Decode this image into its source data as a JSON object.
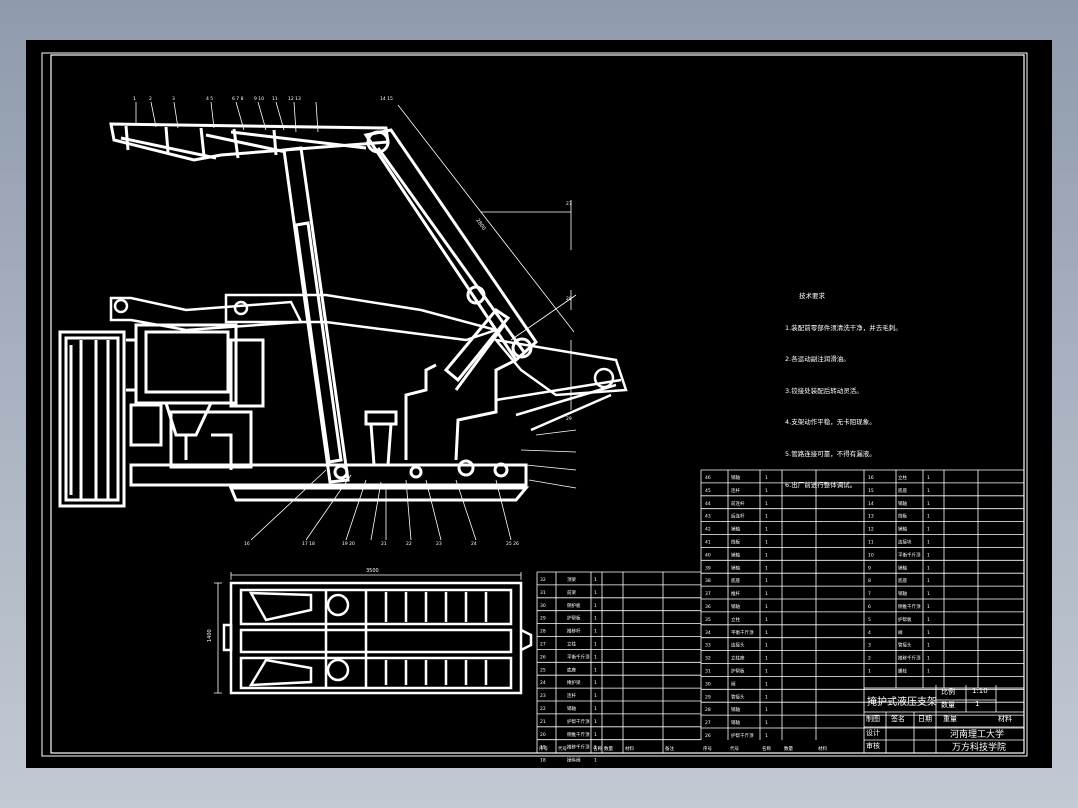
{
  "title_block": {
    "drawing_title": "掩护式液压支架",
    "scale_label": "比例",
    "scale_value": "1:10",
    "qty_label": "数量",
    "qty_value": "1",
    "weight_label": "重量",
    "material_label": "材料",
    "school": "河南理工大学",
    "college": "万方科技学院",
    "role_labels": [
      "制图",
      "设计",
      "审核"
    ],
    "date_label": "日期",
    "sign_label": "签名"
  },
  "technical_requirements": {
    "heading": "技术要求",
    "lines": [
      "1.装配前零部件须清洗干净，并去毛刺。",
      "2.各运动副注润滑油。",
      "3.铰接处装配后转动灵活。",
      "4.支架动作平稳，无卡阻现象。",
      "5.管路连接可靠，不得有漏液。",
      "6.出厂前进行整体调试。"
    ]
  },
  "bom_header": [
    "序号",
    "代号",
    "名称",
    "数量",
    "材料",
    "备注"
  ],
  "bom_left_names": [
    "顶梁",
    "前梁",
    "侧护板",
    "护帮板",
    "推移杆",
    "立柱",
    "平衡千斤顶",
    "底座",
    "掩护梁",
    "连杆",
    "销轴",
    "护帮千斤顶",
    "侧推千斤顶",
    "推移千斤顶",
    "操纵阀"
  ],
  "bom_mid_names": [
    "销轴",
    "连杆",
    "前连杆",
    "后连杆",
    "销轴",
    "挡板",
    "销轴",
    "销轴",
    "底座",
    "推杆",
    "销轴",
    "立柱",
    "平衡千斤顶",
    "连接头",
    "立柱座",
    "护帮板",
    "阀",
    "管接头",
    "销轴",
    "销轴",
    "护帮千斤顶"
  ],
  "bom_right_names": [
    "立柱",
    "底座",
    "销轴",
    "挡板",
    "销轴",
    "连接块",
    "平衡千斤顶",
    "销轴",
    "底座",
    "销轴",
    "侧推千斤顶",
    "护帮板",
    "阀",
    "管接头",
    "推移千斤顶",
    "螺栓"
  ]
}
